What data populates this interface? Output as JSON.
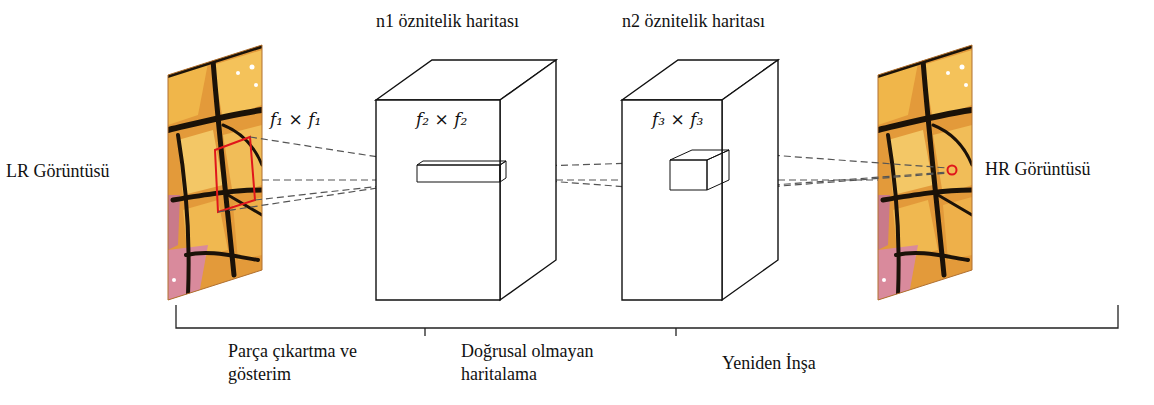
{
  "diagram": {
    "nodes": [
      {
        "text": [
          "LR Görüntüsü",
          "f₁ × f₁"
        ]
      },
      {
        "text": [
          "n1 öznitelik haritası",
          "f₂ × f₂"
        ]
      },
      {
        "text": [
          "n2 öznitelik haritası",
          "f₃ × f₃"
        ]
      },
      {
        "text": [
          "HR Görüntüsü"
        ]
      }
    ],
    "edges": [
      {
        "from": 0,
        "to": 1,
        "arrow": "none"
      },
      {
        "from": 1,
        "to": 2,
        "arrow": "none"
      },
      {
        "from": 2,
        "to": 3,
        "arrow": "none"
      }
    ],
    "labels": [
      "Parça çıkartma ve gösterim",
      "Doğrusal olmayan haritalama",
      "Yeniden İnşa"
    ]
  }
}
